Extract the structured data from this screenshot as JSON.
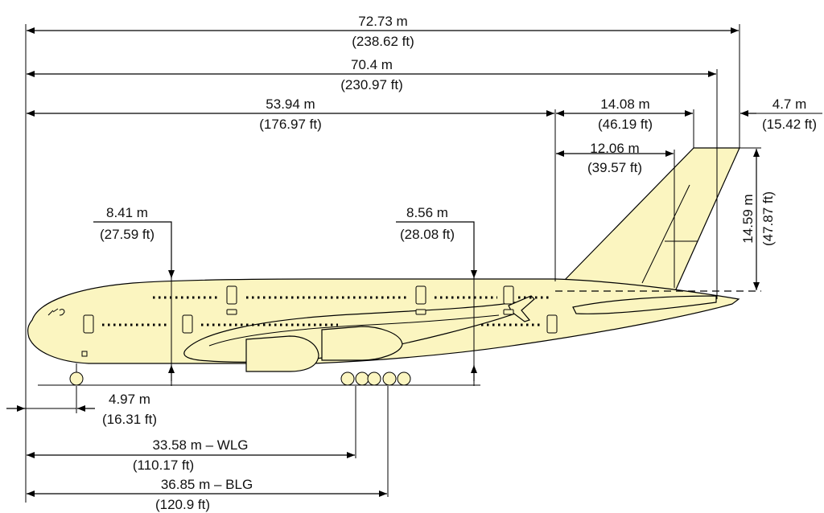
{
  "colors": {
    "fill": "#fbf5c0",
    "line": "#000000",
    "background": "#ffffff"
  },
  "dimensions": {
    "overall_length": {
      "m": "72.73 m",
      "ft": "(238.62 ft)"
    },
    "length_to_tail": {
      "m": "70.4 m",
      "ft": "(230.97 ft)"
    },
    "fwd_length": {
      "m": "53.94 m",
      "ft": "(176.97 ft)"
    },
    "tail_span_upper": {
      "m": "14.08 m",
      "ft": "(46.19 ft)"
    },
    "tail_tip": {
      "m": "4.7 m",
      "ft": "(15.42 ft)"
    },
    "tail_span_lower": {
      "m": "12.06 m",
      "ft": "(39.57 ft)"
    },
    "tail_height": {
      "m": "14.59 m",
      "ft": "(47.87 ft)"
    },
    "fuselage_height_fwd": {
      "m": "8.41 m",
      "ft": "(27.59 ft)"
    },
    "fuselage_height_aft": {
      "m": "8.56 m",
      "ft": "(28.08 ft)"
    },
    "nose_gear": {
      "m": "4.97 m",
      "ft": "(16.31 ft)"
    },
    "wing_landing_gear": {
      "m": "33.58 m – WLG",
      "ft": "(110.17 ft)"
    },
    "body_landing_gear": {
      "m": "36.85 m – BLG",
      "ft": "(120.9 ft)"
    }
  },
  "icons": {
    "aircraft": "airplane-side-view"
  }
}
